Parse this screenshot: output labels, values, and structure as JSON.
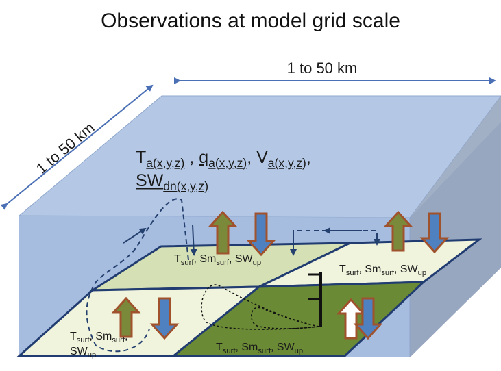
{
  "title": "Observations at model grid scale",
  "dimension_top": "1 to 50 km",
  "dimension_side": "1 to 50 km",
  "atmos": {
    "line1": [
      {
        "base": "T",
        "sub": "a(x,y,z)"
      },
      {
        "text": " , "
      },
      {
        "base": "q",
        "sub": "a(x,y,z)"
      },
      {
        "text": ", "
      },
      {
        "base": "V",
        "sub": "a(x,y,z)"
      },
      {
        "text": ","
      }
    ],
    "line2": [
      {
        "base": "SW",
        "sub": "dn(x,y,z)"
      }
    ]
  },
  "tiles": {
    "back_left": {
      "t": "T",
      "t_sub": "surf",
      "sm": ", Sm",
      "sm_sub": "surf",
      "sw": ", SW",
      "sw_sub": "up"
    },
    "back_right": {
      "t": "T",
      "t_sub": "surf",
      "sm": ", Sm",
      "sm_sub": "surf",
      "sw": ", SW",
      "sw_sub": "up"
    },
    "front_left": {
      "line1": "T",
      "line1_sub": "surf",
      "line1_rest": ", Sm",
      "line1_rest_sub": "surf",
      "line1_end": ",",
      "line2": "SW",
      "line2_sub": "up"
    },
    "front_right": {
      "t": "T",
      "t_sub": "surf",
      "sm": ", Sm",
      "sm_sub": "surf",
      "sw": ", SW",
      "sw_sub": "up"
    }
  },
  "colors": {
    "box_top": "#a7bde0",
    "box_front": "#a7bde0",
    "box_side": "#98a7c0",
    "tile_light": "#f1f4dd",
    "tile_green": "#d6e0b5",
    "tile_dark": "#6a8a35",
    "tile_border": "#213c70",
    "arrow_up_fill": "#7a8a3a",
    "arrow_down_fill": "#4f80c0",
    "arrow_outline": "#a0522d",
    "dim_arrow": "#4a6fb5"
  }
}
